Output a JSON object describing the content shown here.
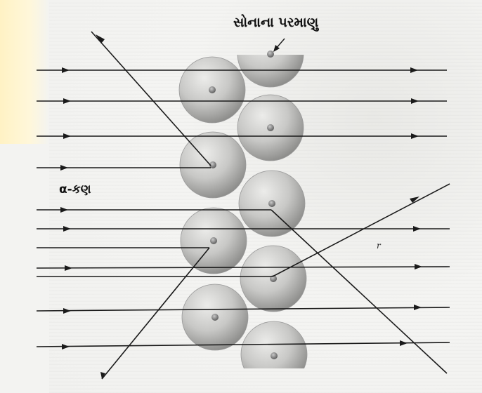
{
  "labels": {
    "gold_atom": "સોનાના પરમાણુ",
    "alpha_particle": "α-કણ",
    "stray_mark": "r"
  },
  "colors": {
    "line": "#1a1a1a",
    "atom_light": "#d6d6d4",
    "atom_dark": "#8b8b89",
    "nucleus": "#6a6a6a"
  }
}
